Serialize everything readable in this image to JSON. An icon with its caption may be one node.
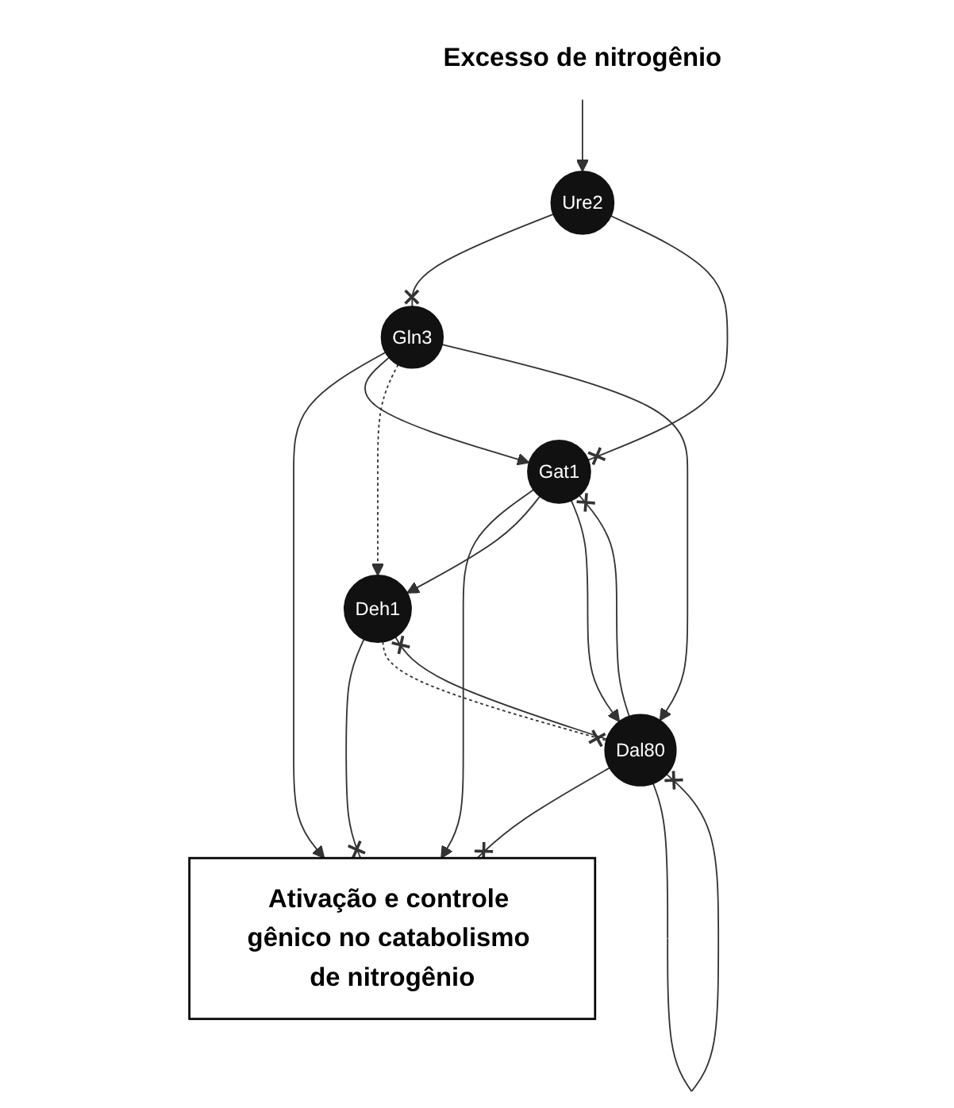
{
  "diagram": {
    "nodes": [
      {
        "text": [
          "Excesso de nitrogênio"
        ]
      },
      {
        "text": [
          "Ure2"
        ]
      },
      {
        "text": [
          "Gln3"
        ]
      },
      {
        "text": [
          "Ativação e controle gênico no catabolismo de nitrogênio"
        ]
      },
      {
        "text": [
          "Gat1"
        ]
      },
      {
        "text": [
          "Deh1"
        ]
      },
      {
        "text": [
          "Dal80"
        ]
      }
    ],
    "edges": [
      {
        "from": 0,
        "to": 1,
        "arrow": "to"
      },
      {
        "from": 1,
        "to": 2,
        "arrow": "other"
      },
      {
        "from": 1,
        "to": 4,
        "arrow": "other"
      },
      {
        "from": 2,
        "to": 3,
        "arrow": "to"
      },
      {
        "from": 4,
        "to": 3,
        "arrow": "to"
      },
      {
        "from": 2,
        "to": 4,
        "arrow": "to"
      },
      {
        "from": 2,
        "to": 5,
        "arrow": "to",
        "style": "dashed"
      },
      {
        "from": 2,
        "to": 6,
        "arrow": "to"
      },
      {
        "from": 4,
        "to": 5,
        "arrow": "to"
      },
      {
        "from": 4,
        "to": 6,
        "arrow": "to"
      },
      {
        "from": 6,
        "to": 4,
        "arrow": "other"
      },
      {
        "from": 5,
        "to": 3,
        "arrow": "other"
      },
      {
        "from": 6,
        "to": 3,
        "arrow": "other"
      },
      {
        "from": 6,
        "to": 5,
        "arrow": "other"
      },
      {
        "from": 5,
        "to": 6,
        "arrow": "other",
        "style": "dashed"
      },
      {
        "from": 6,
        "to": 6,
        "arrow": "other"
      }
    ]
  }
}
